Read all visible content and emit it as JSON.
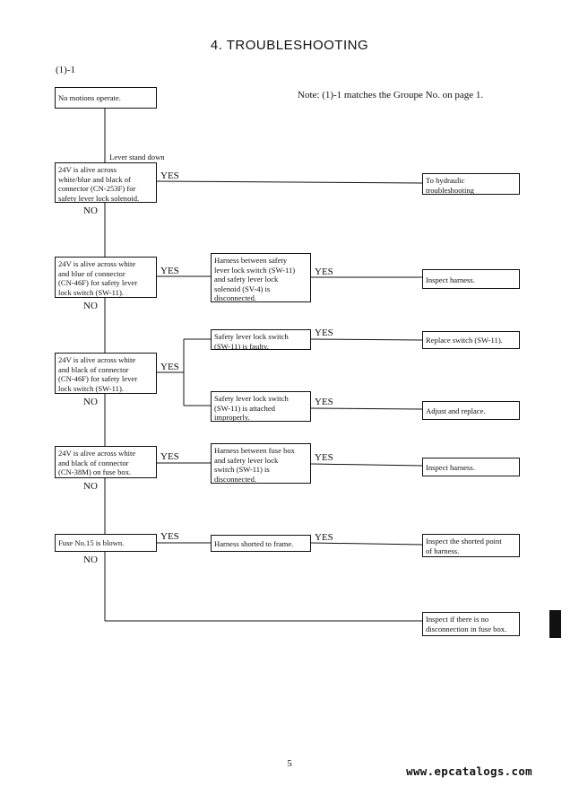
{
  "title": "4.  TROUBLESHOOTING",
  "group_label": "(1)-1",
  "note": "Note: (1)-1 matches the Groupe No. on page 1.",
  "page_number": "5",
  "website": "www.epcatalogs.com",
  "lever_label": "Lever stand down",
  "yes": "YES",
  "no": "NO",
  "boxes": {
    "start": "No motions operate.",
    "q1": "24V is alive across\nwhite/blue and black of\nconnector (CN-253F) for\nsafety lever lock solenoid.",
    "q2": "24V is alive across white\nand blue of connector\n(CN-46F) for safety lever\nlock switch (SW-11).",
    "q3": "24V is alive across white\nand black of connector\n(CN-46F) for safety lever\nlock switch (SW-11).",
    "q4": "24V is alive across white\nand black of connector\n(CN-38M) on fuse box.",
    "q5": "Fuse No.15 is blown.",
    "c2": "Harness between safety\nlever lock switch (SW-11)\nand safety lever lock\nsolenoid (SV-4) is\ndisconnected.",
    "c3a": "Safety lever lock switch\n(SW-11) is faulty.",
    "c3b": "Safety lever lock switch\n(SW-11) is attached\nimproperly.",
    "c4": "Harness between fuse box\nand safety lever lock\nswitch (SW-11) is\ndisconnected.",
    "c5": "Harness shorted to frame.",
    "r1": "To hydraulic\ntroubleshooting",
    "r2": "Inspect harness.",
    "r3a": "Replace switch (SW-11).",
    "r3b": "Adjust and replace.",
    "r4": "Inspect harness.",
    "r5": "Inspect the shorted point\nof harness.",
    "r6": "Inspect if there is no\ndisconnection in fuse box."
  }
}
